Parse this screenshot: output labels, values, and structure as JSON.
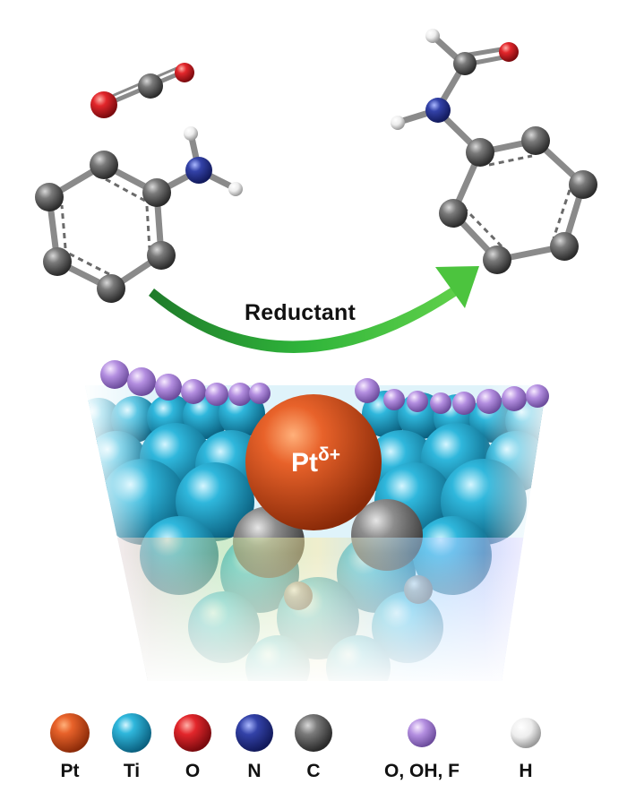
{
  "reaction": {
    "arrow_label": "Reductant"
  },
  "catalyst": {
    "site_label": "Pt",
    "site_charge": "δ+"
  },
  "legend": {
    "items": [
      {
        "label": "Pt",
        "color": "#d9531e"
      },
      {
        "label": "Ti",
        "color": "#21a9cf"
      },
      {
        "label": "O",
        "color": "#d8232a"
      },
      {
        "label": "N",
        "color": "#2a3a9a"
      },
      {
        "label": "C",
        "color": "#555555"
      },
      {
        "label": "O, OH, F",
        "color": "#a985d0"
      },
      {
        "label": "H",
        "color": "#f4f4f4"
      }
    ]
  },
  "colors": {
    "arrow": "#2fb43a",
    "bond": "#8a8a8a"
  }
}
